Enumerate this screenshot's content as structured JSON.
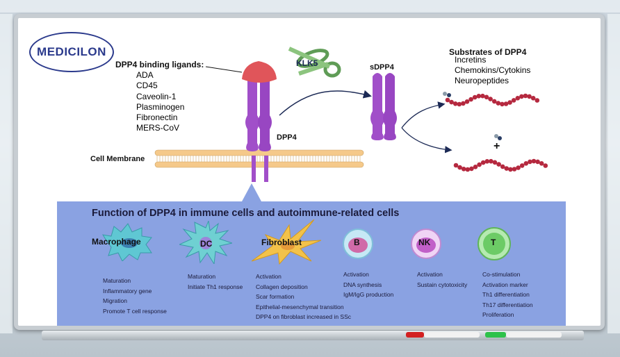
{
  "logo": {
    "text": "MEDICILON"
  },
  "ligands": {
    "title": "DPP4 binding ligands:",
    "items": [
      "ADA",
      "CD45",
      "Caveolin-1",
      "Plasminogen",
      "Fibronectin",
      "MERS-CoV"
    ]
  },
  "labels": {
    "klk5": "KLK5",
    "sdpp4": "sDPP4",
    "dpp4": "DPP4",
    "membrane": "Cell Membrane",
    "plus": "+"
  },
  "substrates": {
    "title": "Substrates of DPP4",
    "items": [
      "Incretins",
      "Chemokins/Cytokins",
      "Neuropeptides"
    ]
  },
  "panel": {
    "title": "Function of DPP4 in immune cells and autoimmune-related cells",
    "cells": [
      {
        "name": "Macrophage",
        "color": "#5fc7d3",
        "functions": [
          "Maturation",
          "Inflammatory gene",
          "Migration",
          "Promote T cell response"
        ]
      },
      {
        "name": "DC",
        "color": "#6fd0d2",
        "functions": [
          "Maturation",
          "Initiate Th1 response"
        ]
      },
      {
        "name": "Fibroblast",
        "color": "#f3c24a",
        "functions": [
          "Activation",
          "Collagen deposition",
          "Scar formation",
          "Epithelial-mesenchymal transition",
          "DPP4 on fibroblast increased in SSc"
        ]
      },
      {
        "name": "B",
        "color": "#9fd6ea",
        "functions": [
          "Activation",
          "DNA synthesis",
          "IgM/IgG production"
        ]
      },
      {
        "name": "NK",
        "color": "#d7a6e6",
        "functions": [
          "Activation",
          "Sustain cytotoxicity"
        ]
      },
      {
        "name": "T",
        "color": "#8fdc8a",
        "functions": [
          "Co-stimulation",
          "Activation marker",
          "Th1 differentiation",
          "Th17 differentiation",
          "Proliferation"
        ]
      }
    ]
  },
  "colors": {
    "receptor": "#a14fc9",
    "cap": "#e0555a",
    "membrane": "#f5c98a",
    "peptide": "#b5293f",
    "panel": "#8aa2e2"
  }
}
